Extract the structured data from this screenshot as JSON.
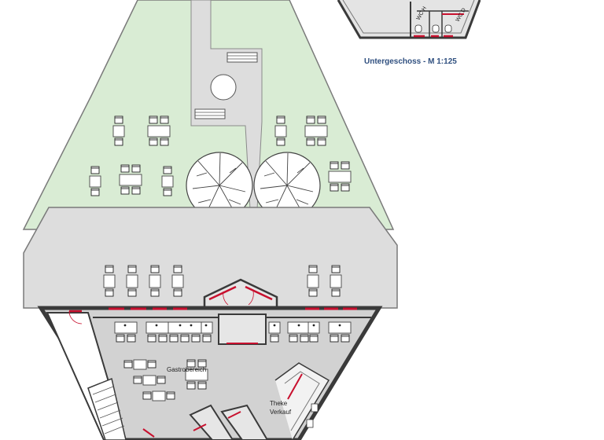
{
  "plan": {
    "title": "Untergeschoss - M 1:125",
    "rooms": {
      "wc_h": "WC H",
      "wc_d": "WC D",
      "gastro": "Gastrobereich",
      "theke_line1": "Theke",
      "theke_line2": "Verkauf"
    }
  },
  "colors": {
    "garden": "#d9ecd4",
    "terrace": "#dddddd",
    "interior": "#cfcfcf",
    "walls": "#3a3a3a",
    "doors": "#c8102e",
    "title": "#2f4f7f"
  }
}
